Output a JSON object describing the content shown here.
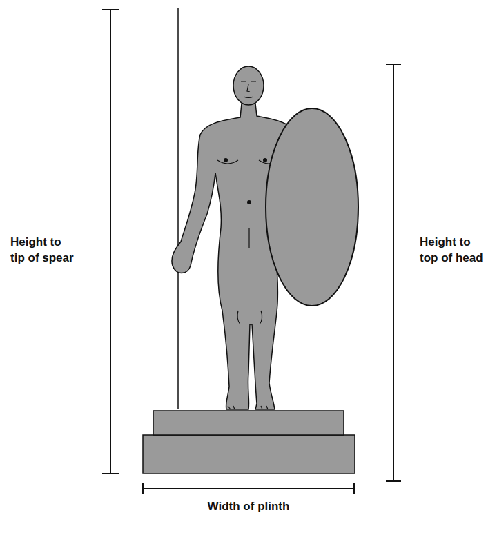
{
  "diagram": {
    "labels": [
      "Height to tip of spear",
      "Height to top of head",
      "Width of plinth"
    ]
  }
}
